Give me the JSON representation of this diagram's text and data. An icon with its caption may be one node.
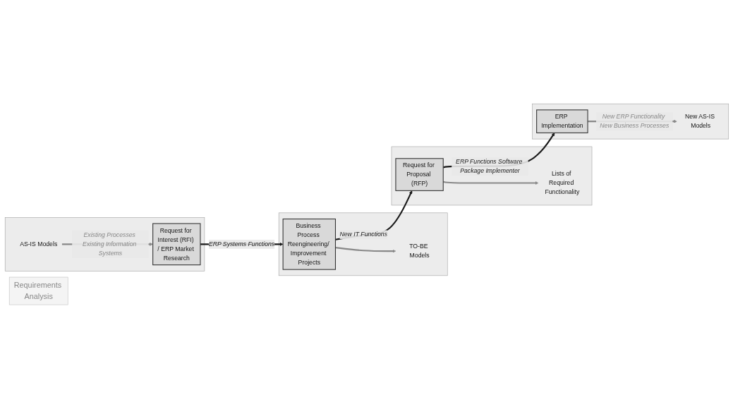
{
  "diagram": {
    "nodes": [
      {
        "text": [],
        "shape": "box"
      },
      {
        "text": [
          "AS-IS Models"
        ],
        "in": 0
      },
      {
        "text": [
          "Request for Interest (RFI) / ERP Market Research"
        ],
        "in": 0
      },
      {
        "text": [],
        "shape": "box"
      },
      {
        "text": [
          "Business Process Reengineering/ Improvement Projects"
        ],
        "in": 3
      },
      {
        "text": [
          "TO-BE Models"
        ],
        "in": 3
      },
      {
        "text": [],
        "shape": "box"
      },
      {
        "text": [
          "Request for Proposal (RFP)"
        ],
        "in": 6
      },
      {
        "text": [
          "Lists of Required Functionality"
        ],
        "in": 6
      },
      {
        "text": [],
        "shape": "box"
      },
      {
        "text": [
          "ERP Implementation"
        ],
        "in": 9
      },
      {
        "text": [
          "New AS-IS Models"
        ],
        "in": 9
      },
      {
        "text": [
          "Requirements Analysis"
        ]
      }
    ],
    "edges": [
      {
        "from": 1,
        "to": 2,
        "arrow": "to",
        "label": "Existing Processes Existing Information Systems"
      },
      {
        "from": 2,
        "to": 4,
        "arrow": "to",
        "label": "ERP Systems Functions",
        "color": "#1a1a1a"
      },
      {
        "from": 4,
        "to": 5,
        "arrow": "to"
      },
      {
        "from": 4,
        "to": 7,
        "arrow": "to",
        "label": "New IT Functions",
        "color": "#1a1a1a"
      },
      {
        "from": 7,
        "to": 8,
        "arrow": "to"
      },
      {
        "from": 7,
        "to": 10,
        "arrow": "to",
        "label": "ERP Functions Software Package Implementer",
        "color": "#1a1a1a"
      },
      {
        "from": 10,
        "to": 11,
        "arrow": "to",
        "label": "New ERP Functionality New Business Processes"
      }
    ]
  }
}
